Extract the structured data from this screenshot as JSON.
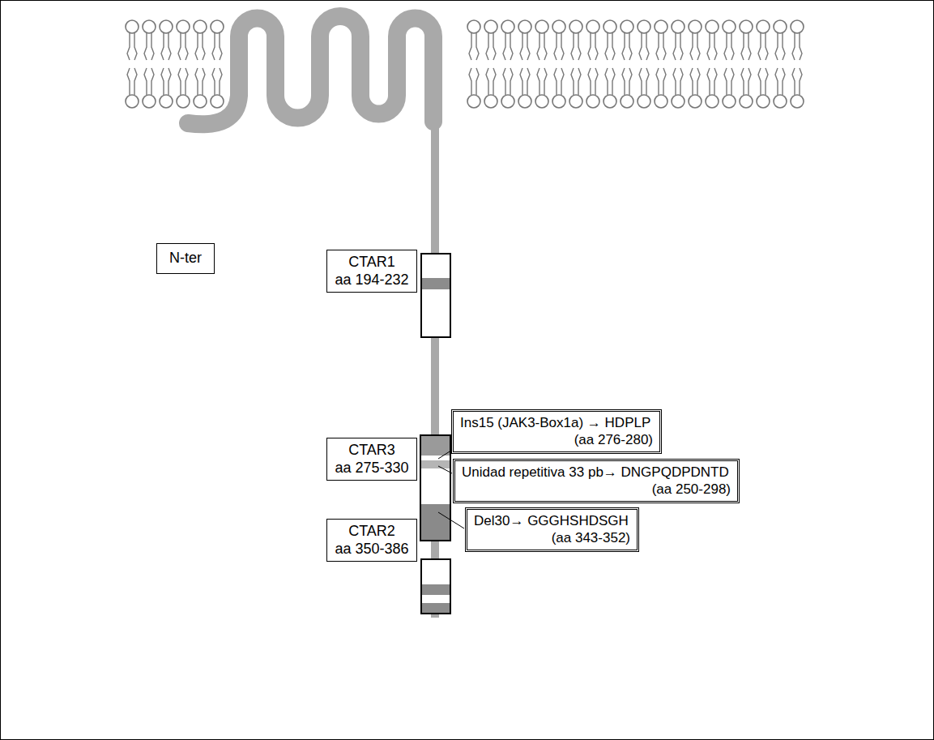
{
  "diagram": {
    "nodes": [
      {
        "text": [
          "N-ter"
        ]
      },
      {
        "text": [
          "CTAR1",
          "aa 194-232"
        ]
      },
      {
        "text": [
          "Ins15 (JAK3-Box1a) → HDPLP",
          "(aa 276-280)"
        ]
      },
      {
        "text": [
          "CTAR3",
          "aa 275-330"
        ]
      },
      {
        "text": [
          "Unidad repetitiva 33 pb→ DNGPQDPDNTD",
          "(aa 250-298)"
        ]
      },
      {
        "text": [
          "Del30→ GGGHSHDSGH",
          "(aa 343-352)"
        ]
      },
      {
        "text": [
          "CTAR2",
          "aa 350-386"
        ]
      }
    ]
  }
}
